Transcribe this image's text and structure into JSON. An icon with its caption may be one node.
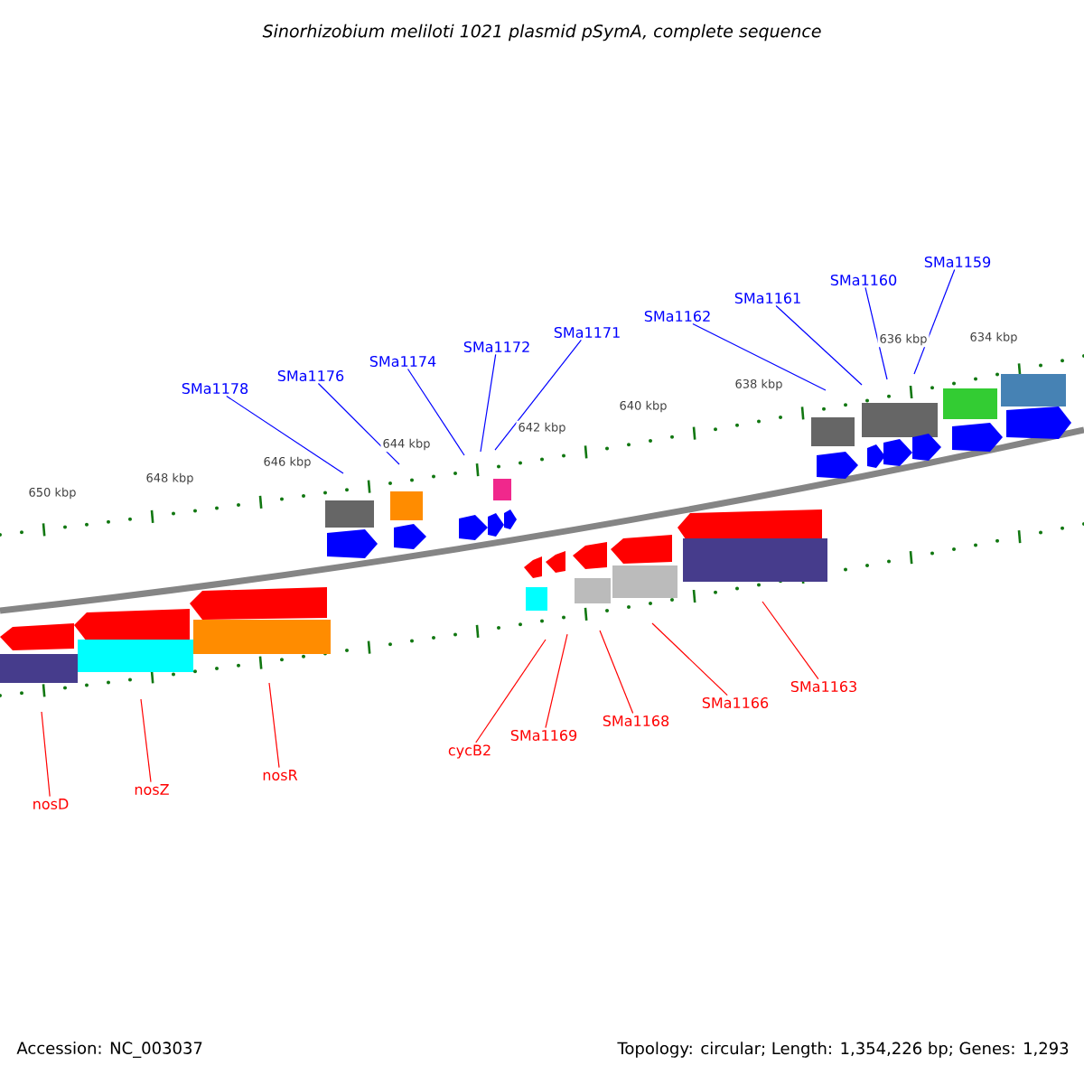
{
  "diagram": {
    "title": "Sinorhizobium meliloti 1021 plasmid pSymA, complete sequence",
    "nodes": [
      {
        "text": [
          "SMa1178"
        ]
      },
      {
        "text": [
          "SMa1176"
        ]
      },
      {
        "text": [
          "SMa1174"
        ]
      },
      {
        "text": [
          "SMa1172"
        ]
      },
      {
        "text": [
          "SMa1171"
        ]
      },
      {
        "text": [
          "SMa1162"
        ]
      },
      {
        "text": [
          "SMa1161"
        ]
      },
      {
        "text": [
          "SMa1160"
        ]
      },
      {
        "text": [
          "SMa1159"
        ]
      },
      {
        "text": [
          "nosD"
        ]
      },
      {
        "text": [
          "nosZ"
        ]
      },
      {
        "text": [
          "nosR"
        ]
      },
      {
        "text": [
          "cycB2"
        ]
      },
      {
        "text": [
          "SMa1169"
        ]
      },
      {
        "text": [
          "SMa1168"
        ]
      },
      {
        "text": [
          "SMa1166"
        ]
      },
      {
        "text": [
          "SMa1163"
        ]
      }
    ],
    "edges": [
      {
        "from": 0,
        "to": null,
        "arrow": "none"
      },
      {
        "from": 1,
        "to": null,
        "arrow": "none"
      },
      {
        "from": 2,
        "to": null,
        "arrow": "none"
      },
      {
        "from": 3,
        "to": null,
        "arrow": "none"
      },
      {
        "from": 4,
        "to": null,
        "arrow": "none"
      },
      {
        "from": 5,
        "to": null,
        "arrow": "none"
      },
      {
        "from": 6,
        "to": null,
        "arrow": "none"
      },
      {
        "from": 7,
        "to": null,
        "arrow": "none"
      },
      {
        "from": 8,
        "to": null,
        "arrow": "none"
      },
      {
        "from": 9,
        "to": null,
        "arrow": "none",
        "color": "#ff0000"
      },
      {
        "from": 10,
        "to": null,
        "arrow": "none",
        "color": "#ff0000"
      },
      {
        "from": 11,
        "to": null,
        "arrow": "none",
        "color": "#ff0000"
      },
      {
        "from": 12,
        "to": null,
        "arrow": "none",
        "color": "#ff0000"
      },
      {
        "from": 13,
        "to": null,
        "arrow": "none",
        "color": "#ff0000"
      },
      {
        "from": 14,
        "to": null,
        "arrow": "none",
        "color": "#ff0000"
      },
      {
        "from": 15,
        "to": null,
        "arrow": "none",
        "color": "#ff0000"
      },
      {
        "from": 16,
        "to": null,
        "arrow": "none",
        "color": "#ff0000"
      }
    ],
    "labels": [
      "650 kbp",
      "648 kbp",
      "646 kbp",
      "644 kbp",
      "642 kbp",
      "640 kbp",
      "638 kbp",
      "636 kbp",
      "634 kbp",
      "Accession: NC_003037",
      "Topology: circular; Length: 1,354,226 bp; Genes: 1,293"
    ]
  }
}
